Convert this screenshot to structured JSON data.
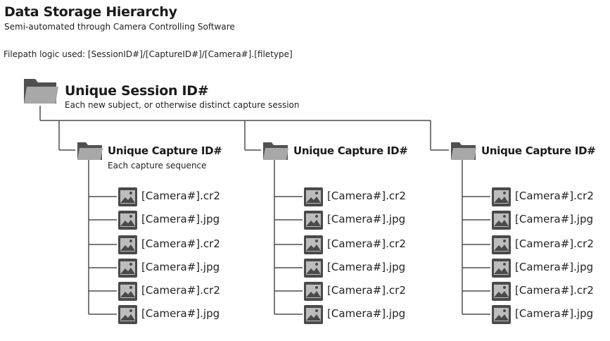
{
  "header": {
    "title": "Data Storage Hierarchy",
    "subtitle": "Semi-automated through Camera Controlling Software",
    "filepath_note": "Filepath logic used: [SessionID#]/[CaptureID#]/[Camera#].[filetype]"
  },
  "session": {
    "title": "Unique Session ID#",
    "description": "Each new subject, or otherwise distinct capture session",
    "icon": "folder-icon"
  },
  "captures": [
    {
      "title": "Unique Capture ID#",
      "description": "Each capture sequence",
      "icon": "folder-icon",
      "files": [
        "[Camera#].cr2",
        "[Camera#].jpg",
        "[Camera#].cr2",
        "[Camera#].jpg",
        "[Camera#].cr2",
        "[Camera#].jpg"
      ]
    },
    {
      "title": "Unique Capture ID#",
      "description": "",
      "icon": "folder-icon",
      "files": [
        "[Camera#].cr2",
        "[Camera#].jpg",
        "[Camera#].cr2",
        "[Camera#].jpg",
        "[Camera#].cr2",
        "[Camera#].jpg"
      ]
    },
    {
      "title": "Unique Capture ID#",
      "description": "",
      "icon": "folder-icon",
      "files": [
        "[Camera#].cr2",
        "[Camera#].jpg",
        "[Camera#].cr2",
        "[Camera#].jpg",
        "[Camera#].cr2",
        "[Camera#].jpg"
      ]
    }
  ],
  "colors": {
    "folder_back": "#505050",
    "folder_front": "#a8a8a8",
    "image_icon_bg": "#4a4a4a",
    "line": "#4d4d4d"
  }
}
